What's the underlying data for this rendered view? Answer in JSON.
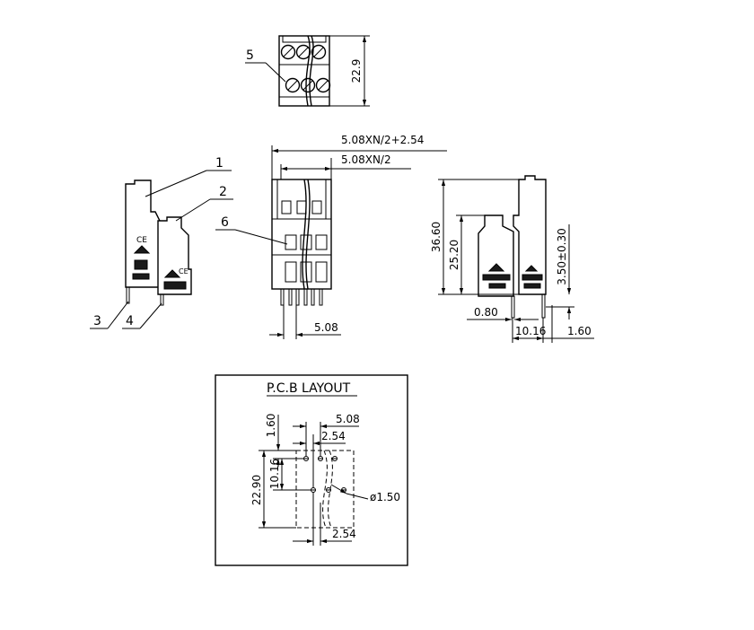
{
  "callouts": {
    "c1": "1",
    "c2": "2",
    "c3": "3",
    "c4": "4",
    "c5": "5",
    "c6": "6"
  },
  "dims": {
    "top_height": "22.9",
    "pitch_total": "5.08XN/2+2.54",
    "pitch_half": "5.08XN/2",
    "front_pitch": "5.08",
    "height_total": "36.60",
    "height_body": "25.20",
    "pin_offset": "3.50±0.30",
    "pin_dia": "0.80",
    "pin_spacing": "10.16",
    "pin_edge": "1.60"
  },
  "pcb": {
    "title": "P.C.B LAYOUT",
    "d_160": "1.60",
    "d_508": "5.08",
    "d_254_top": "2.54",
    "d_1016": "10.16",
    "d_2290": "22.90",
    "hole": "ø1.50",
    "d_254_bottom": "2.54"
  }
}
